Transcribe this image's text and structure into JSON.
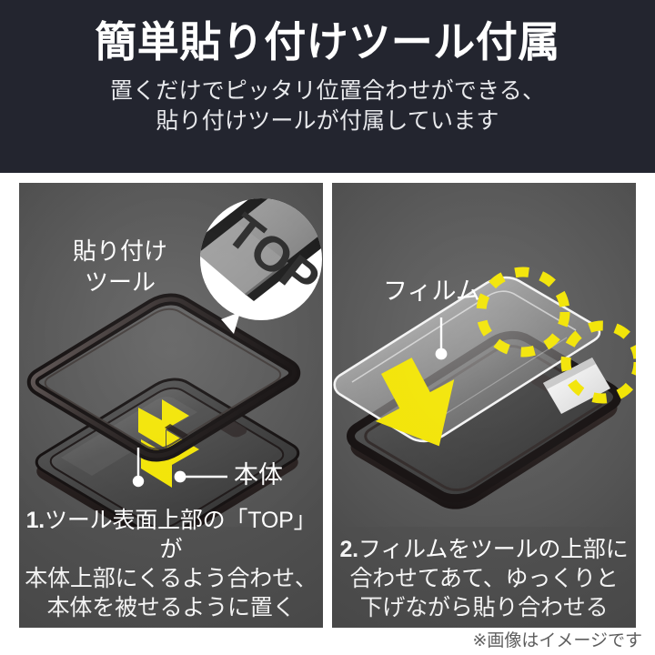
{
  "header": {
    "title": "簡単貼り付けツール付属",
    "subtitle_line1": "置くだけでピッタリ位置合わせができる、",
    "subtitle_line2": "貼り付けツールが付属しています",
    "background_color": "#23252f",
    "title_color": "#ffffff"
  },
  "panels": [
    {
      "id": "step-1",
      "background_color": "#4d4d4d",
      "labels": {
        "tool_line1": "貼り付け",
        "tool_line2": "ツール",
        "body": "本体",
        "callout_text": "TOP"
      },
      "caption": {
        "number": "1.",
        "line1": "ツール表面上部の「TOP」が",
        "line2": "本体上部にくるよう合わせ、",
        "line3": "本体を被せるように置く"
      },
      "arrow_color": "#f2e400"
    },
    {
      "id": "step-2",
      "background_color": "#4d4d4d",
      "labels": {
        "film": "フィルム"
      },
      "caption": {
        "number": "2.",
        "line1": "フィルムをツールの上部に",
        "line2": "合わせてあて、ゆっくりと",
        "line3": "下げながら貼り合わせる"
      },
      "arrow_color": "#f2e400",
      "highlight_color": "#f2e400"
    }
  ],
  "footnote": {
    "text": "※画像はイメージです",
    "color": "#5d5d5d"
  },
  "colors": {
    "header_bg": "#23252f",
    "panel_bg": "#4d4d4d",
    "accent_yellow": "#f2e400",
    "label_white": "#ffffff",
    "page_bg": "#ffffff"
  },
  "icons": {
    "leader_dot": "leader-dot-icon",
    "down_arrow": "down-arrow-icon",
    "dashed_circle": "dashed-circle-highlight-icon",
    "speech_bubble": "speech-bubble-callout-icon"
  }
}
